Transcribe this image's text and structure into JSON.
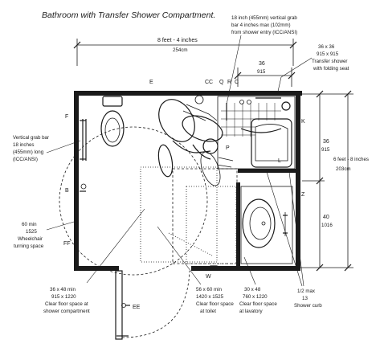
{
  "title": "Bathroom with Transfer Shower Compartment.",
  "dims": {
    "overall_width": "8 feet - 4 inches",
    "overall_width_metric": "254cm",
    "overall_depth": "6 feet - 8 inches",
    "overall_depth_metric": "203cm",
    "shower_width": "36",
    "shower_width_metric": "915",
    "shower_depth": "36",
    "shower_depth_metric": "915",
    "lav_depth": "40",
    "lav_depth_metric": "1016"
  },
  "letters": {
    "E": "E",
    "CC": "CC",
    "Q": "Q",
    "R": "R",
    "C": "C",
    "K": "K",
    "F": "F",
    "B": "B",
    "FF": "FF",
    "P": "P",
    "L": "L",
    "Z": "Z",
    "W": "W",
    "EE": "EE"
  },
  "notes": {
    "grab_shower": [
      "18 inch (455mm) vertical grab",
      "bar 4 inches max (102mm)",
      "from shower entry (ICC/ANSI)"
    ],
    "transfer_shower": [
      "36 x 36",
      "915 x 915",
      "Transfer shower",
      "with folding seat"
    ],
    "vertical_grab": [
      "Vertical grab bar",
      "18 inches",
      "(455mm) long",
      "(ICC/ANSI)"
    ],
    "turning": [
      "60 min",
      "1525",
      "Wheelchair",
      "turning space"
    ],
    "clear_shower": [
      "36 x 48 min",
      "915 x 1220",
      "Clear floor space at",
      "shower compartment"
    ],
    "clear_toilet": [
      "56 x 60 min",
      "1420 x 1525",
      "Clear floor space",
      "at toilet"
    ],
    "clear_lav": [
      "30 x 48",
      "760 x 1220",
      "Clear floor space",
      "at lavatory"
    ],
    "curb": [
      "1/2 max",
      "13",
      "Shower curb"
    ]
  }
}
